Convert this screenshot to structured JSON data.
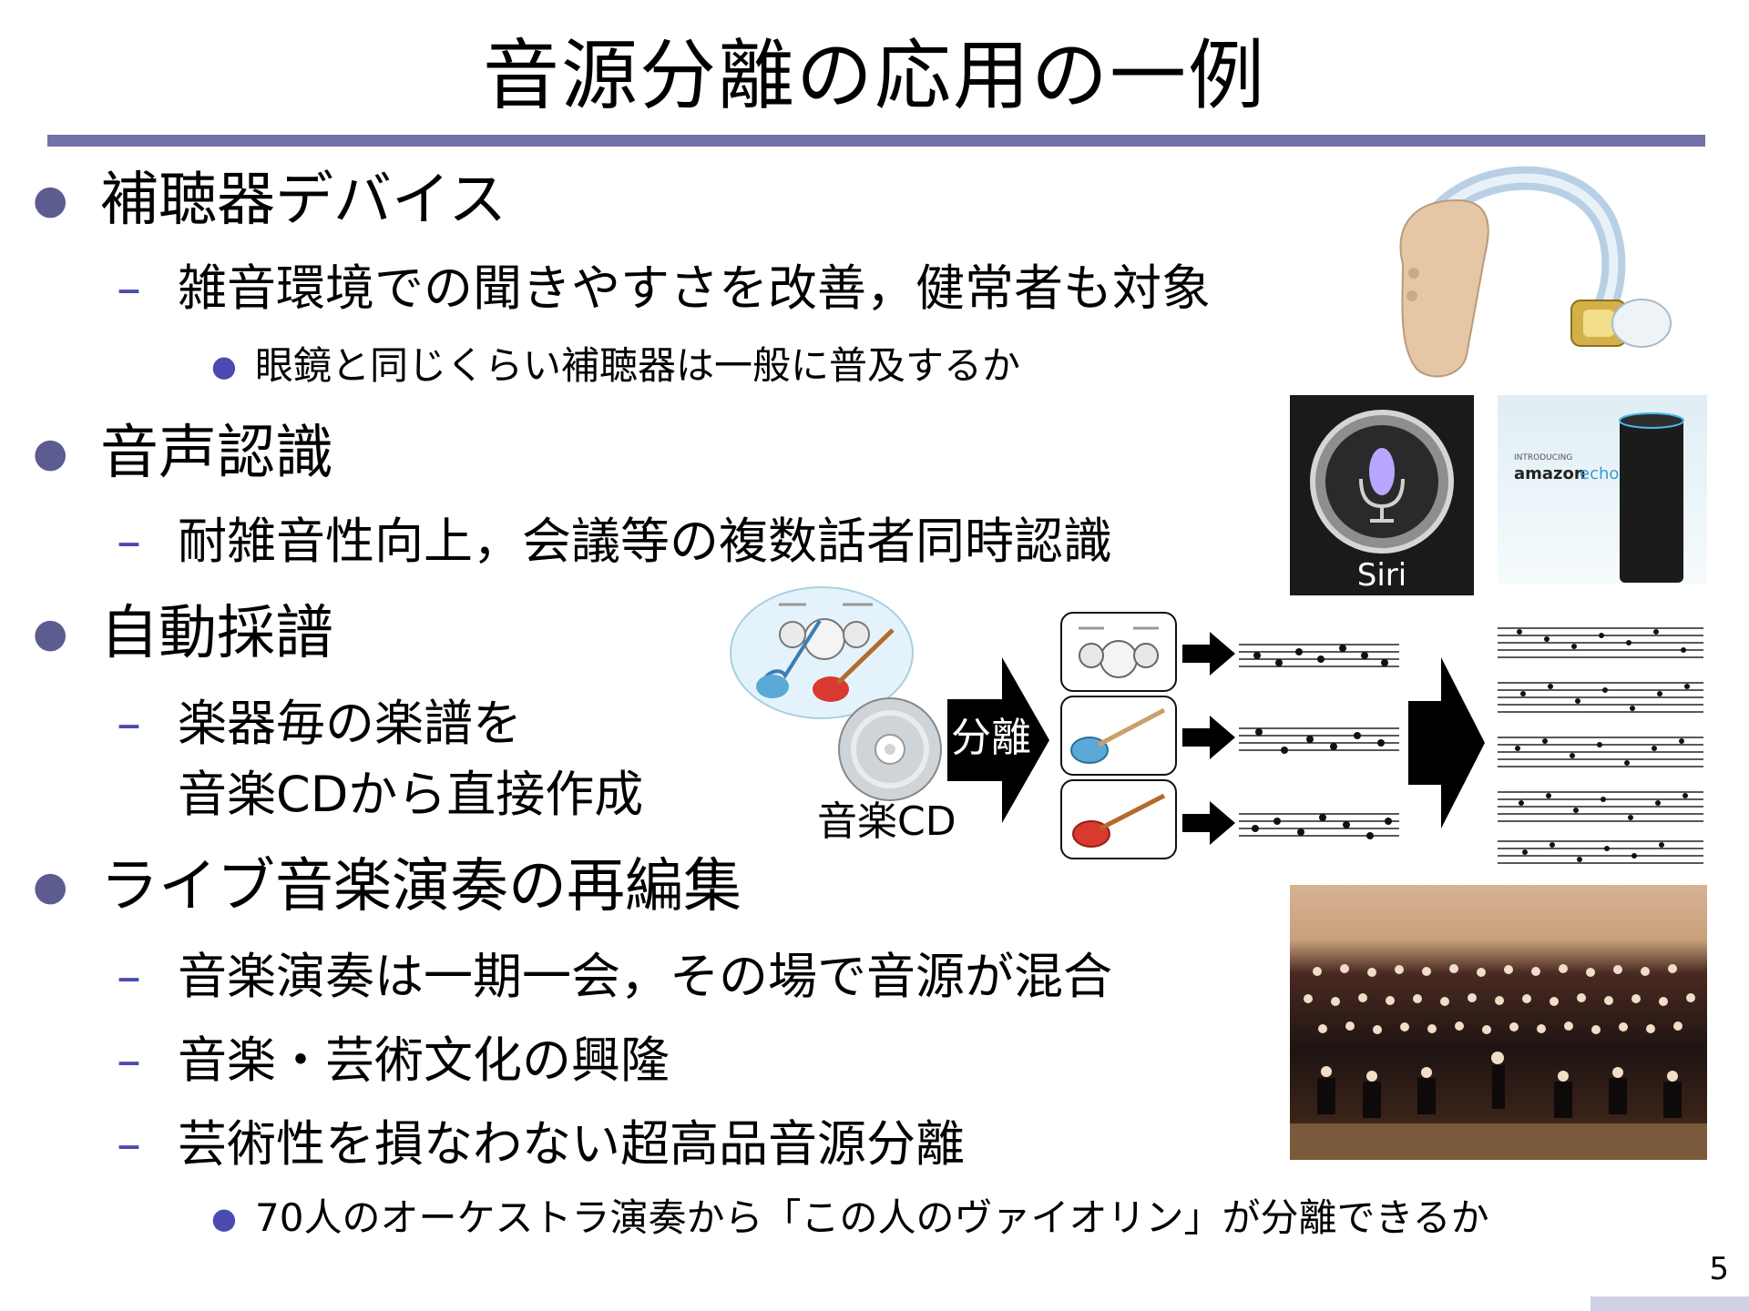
{
  "title": "音源分離の応用の一例",
  "page_number": "5",
  "sections": [
    {
      "heading": "補聴器デバイス",
      "subs": [
        {
          "text": "雑音環境での聞きやすさを改善，健常者も対象",
          "subs": [
            "眼鏡と同じくらい補聴器は一般に普及するか"
          ]
        }
      ]
    },
    {
      "heading": "音声認識",
      "subs": [
        {
          "text": "耐雑音性向上，会議等の複数話者同時認識",
          "subs": []
        }
      ]
    },
    {
      "heading": "自動採譜",
      "subs": [
        {
          "text_lines": [
            "楽器毎の楽譜を",
            "音楽CDから直接作成"
          ],
          "subs": []
        }
      ]
    },
    {
      "heading": "ライブ音楽演奏の再編集",
      "subs": [
        {
          "text": "音楽演奏は一期一会，その場で音源が混合",
          "subs": []
        },
        {
          "text": "音楽・芸術文化の興隆",
          "subs": []
        },
        {
          "text": "芸術性を損なわない超高品音源分離",
          "subs": [
            "70人のオーケストラ演奏から「この人のヴァイオリン」が分離できるか"
          ]
        }
      ]
    }
  ],
  "figures": {
    "siri_label": "Siri",
    "echo_intro": "INTRODUCING",
    "echo_brand": "amazon",
    "echo_product": "echo",
    "separation_label": "分離",
    "cd_label": "音楽CD",
    "colors": {
      "accent_rule": "#7272a6",
      "bullet_dash": "#4a4ab0",
      "hearing_aid_body": "#e5c7a6",
      "bass_body": "#5aa9d6",
      "guitar_body": "#d83a2f"
    },
    "icons": [
      "hearing-aid-icon",
      "siri-microphone-icon",
      "amazon-echo-icon",
      "drum-kit-icon",
      "bass-guitar-icon",
      "electric-guitar-icon",
      "music-cd-icon",
      "arrow-right-icon",
      "score-icon",
      "orchestra-photo"
    ]
  }
}
